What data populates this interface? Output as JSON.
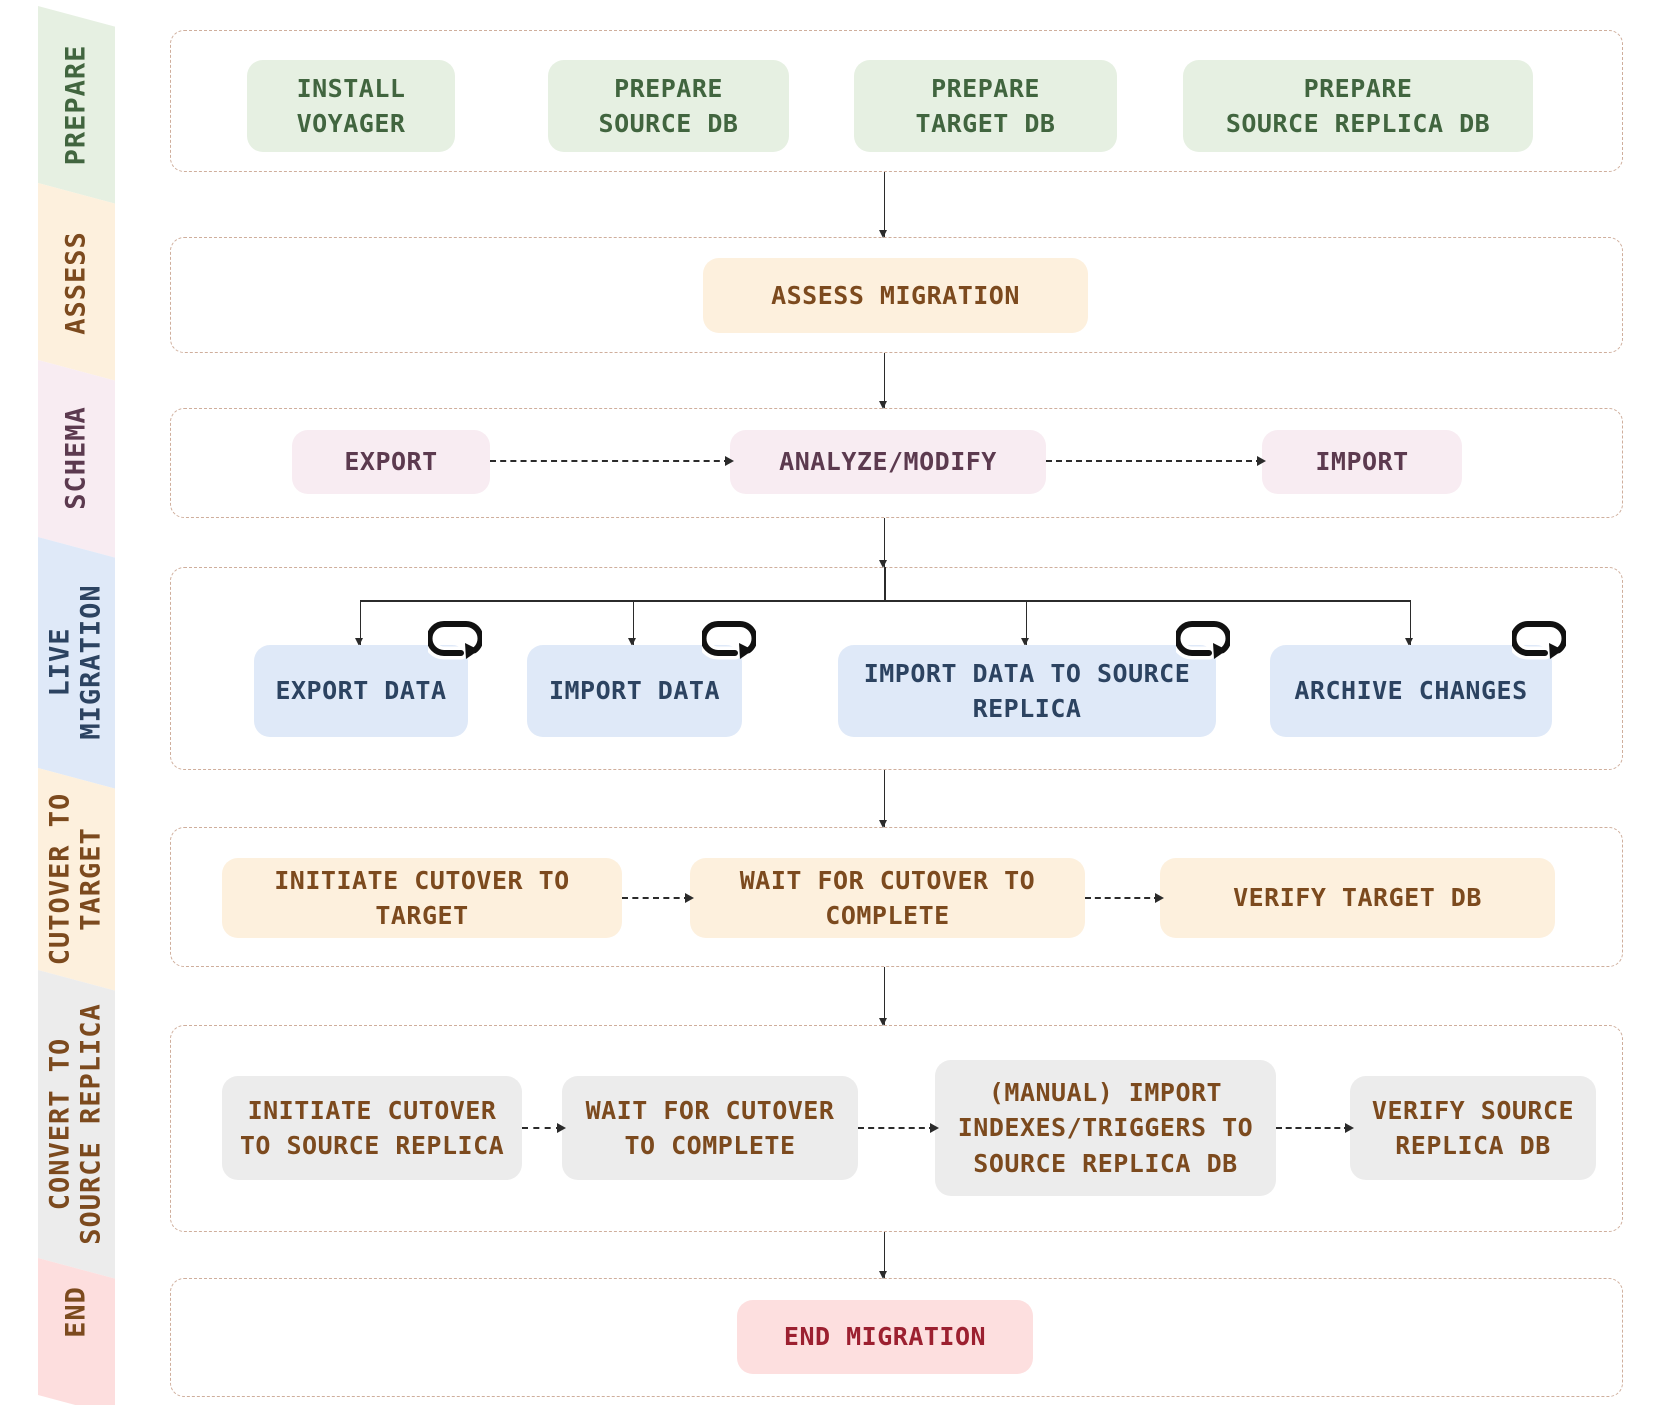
{
  "title": "Database migration workflow diagram",
  "phases": [
    {
      "label": "PREPARE"
    },
    {
      "label": "ASSESS"
    },
    {
      "label": "SCHEMA"
    },
    {
      "label": "LIVE\nMIGRATION"
    },
    {
      "label": "CUTOVER TO\nTARGET"
    },
    {
      "label": "CONVERT TO\nSOURCE REPLICA"
    },
    {
      "label": "END"
    }
  ],
  "nodes": {
    "install_voyager": "INSTALL\nVOYAGER",
    "prepare_source_db": "PREPARE\nSOURCE DB",
    "prepare_target_db": "PREPARE\nTARGET DB",
    "prepare_source_replica_db": "PREPARE\nSOURCE REPLICA DB",
    "assess_migration": "ASSESS MIGRATION",
    "export_schema": "EXPORT",
    "analyze_modify": "ANALYZE/MODIFY",
    "import_schema": "IMPORT",
    "export_data": "EXPORT DATA",
    "import_data": "IMPORT DATA",
    "import_data_to_source_replica": "IMPORT DATA TO SOURCE\nREPLICA",
    "archive_changes": "ARCHIVE CHANGES",
    "initiate_cutover_to_target": "INITIATE CUTOVER TO\nTARGET",
    "wait_for_cutover_to_complete": "WAIT FOR CUTOVER TO\nCOMPLETE",
    "verify_target_db": "VERIFY TARGET DB",
    "initiate_cutover_to_source_replica": "INITIATE CUTOVER\nTO SOURCE REPLICA",
    "wait_for_cutover_to_complete_2": "WAIT FOR CUTOVER\nTO COMPLETE",
    "manual_import_indexes": "(MANUAL) IMPORT\nINDEXES/TRIGGERS TO\nSOURCE REPLICA DB",
    "verify_source_replica_db": "VERIFY SOURCE\nREPLICA DB",
    "end_migration": "END MIGRATION"
  },
  "icons": {
    "loop": "loop-repeat-arrow"
  },
  "colors": {
    "lane_border": "#cfae9c",
    "arrow": "#2b2b2b",
    "green": {
      "bg": "#e6f0e2",
      "fg": "#41653f"
    },
    "tan": {
      "bg": "#fdf0dd",
      "fg": "#7c4a1e"
    },
    "pink": {
      "bg": "#f8ecf2",
      "fg": "#5c3a4f"
    },
    "blue": {
      "bg": "#dfe9f8",
      "fg": "#2c4361"
    },
    "gray": {
      "bg": "#ececec",
      "fg": "#7c4a1e"
    },
    "red": {
      "bg": "#fddfdf",
      "fg": "#9c2030"
    },
    "pinkbrown": {
      "bg": "#fddede",
      "fg": "#7c4a1e"
    }
  }
}
